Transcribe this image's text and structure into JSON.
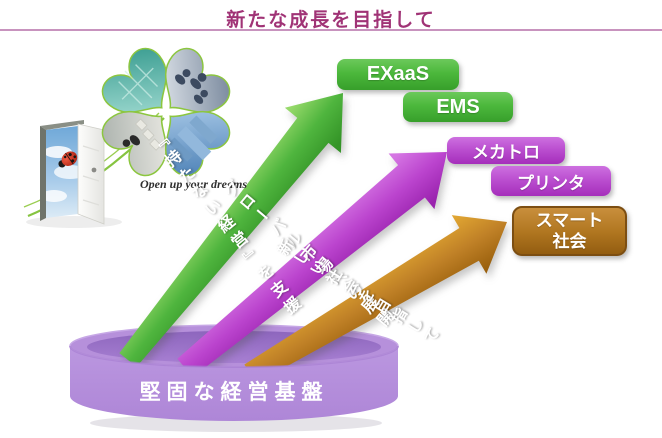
{
  "header": {
    "title": "新たな成長を目指して",
    "title_color": "#A03376",
    "divider_color": "#C893BE"
  },
  "artwork": {
    "slogan": "Open up your dreams",
    "icons": [
      "open-door-icon",
      "ladybug-icon",
      "photo-flower-icon"
    ]
  },
  "arrows": [
    {
      "id": "asset-light-management",
      "label": "『持たない経営』を支援",
      "color": "#4FB53E"
    },
    {
      "id": "global-market",
      "label": "グローバル市場への展開",
      "color": "#BB44CE"
    },
    {
      "id": "new-society",
      "label": "新しい社会を目指して",
      "color": "#C08127"
    }
  ],
  "badges": [
    {
      "label": "EXaaS",
      "color": "#4CB83C"
    },
    {
      "label": "EMS",
      "color": "#4CB83C"
    },
    {
      "label": "メカトロ",
      "color": "#BB4FD0"
    },
    {
      "label": "プリンタ",
      "color": "#BB4FD0"
    },
    {
      "label": "スマート\n社会",
      "color": "#AF751F"
    }
  ],
  "foundation": {
    "label": "堅固な経営基盤",
    "color": "#B48FDB"
  }
}
